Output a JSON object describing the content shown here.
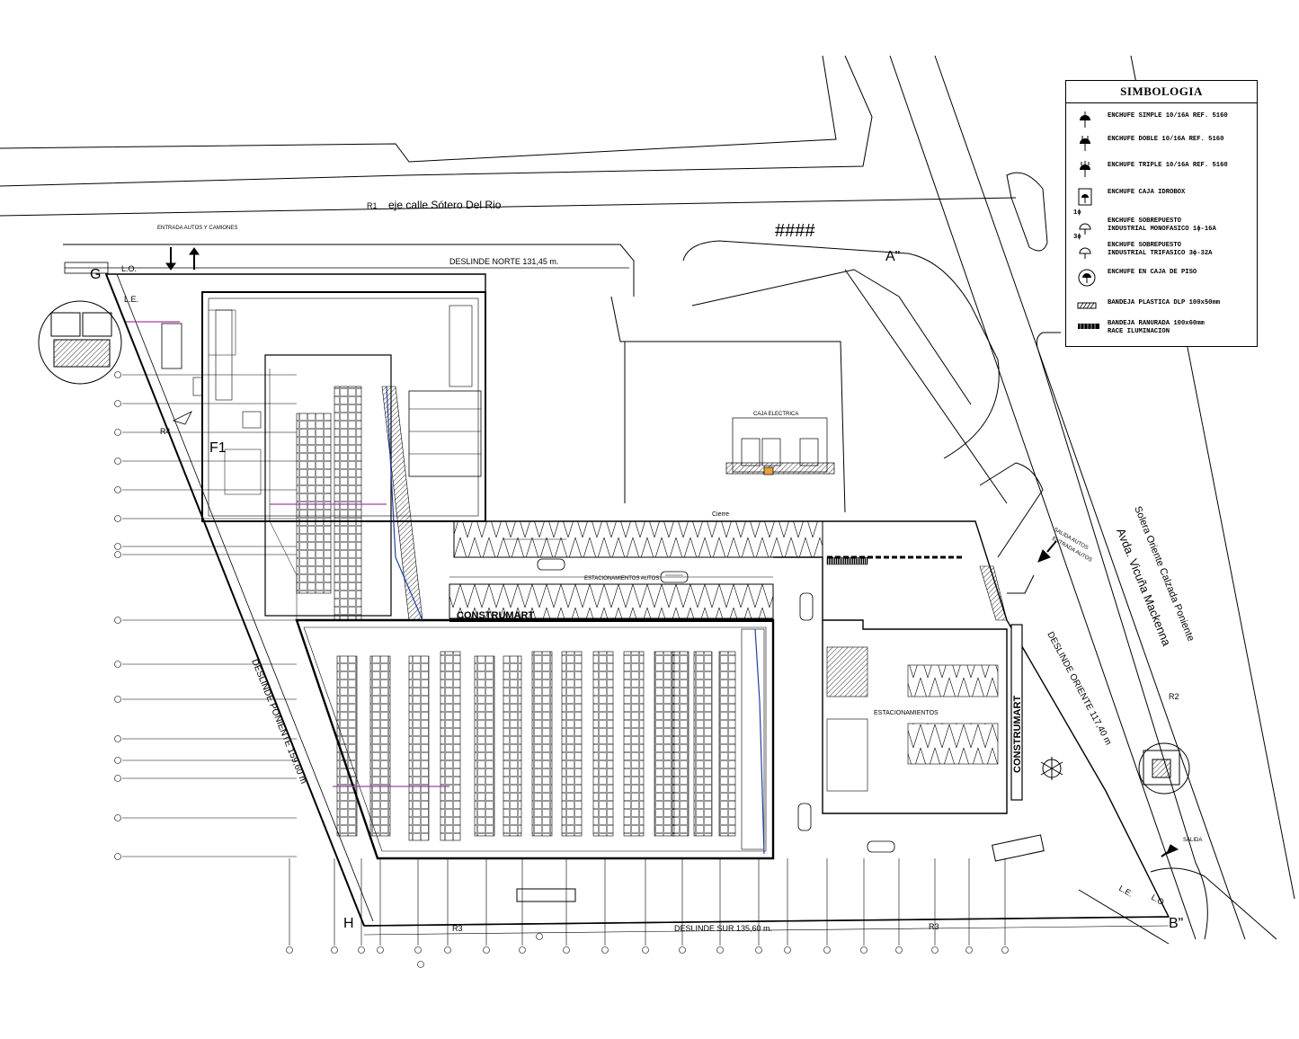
{
  "legend": {
    "title": "SIMBOLOGIA",
    "items": [
      {
        "icon": "single-outlet-icon",
        "lines": [
          "ENCHUFE SIMPLE 10/16A REF. 5160"
        ]
      },
      {
        "icon": "double-outlet-icon",
        "lines": [
          "ENCHUFE DOBLE 10/16A REF. 5160"
        ]
      },
      {
        "icon": "triple-outlet-icon",
        "lines": [
          "ENCHUFE TRIPLE 10/16A REF. 5160"
        ]
      },
      {
        "icon": "idrobox-outlet-icon",
        "lines": [
          "ENCHUFE CAJA IDROBOX"
        ]
      },
      {
        "icon": "industrial-mono-outlet-icon",
        "tag": "1ϕ",
        "lines": [
          "ENCHUFE SOBREPUESTO",
          "INDUSTRIAL MONOFASICO 1ϕ-16A"
        ]
      },
      {
        "icon": "industrial-tri-outlet-icon",
        "tag": "3ϕ",
        "lines": [
          "ENCHUFE SOBREPUESTO",
          "INDUSTRIAL TRIFASICO 3ϕ-32A"
        ]
      },
      {
        "icon": "floor-box-outlet-icon",
        "lines": [
          "ENCHUFE EN CAJA DE PISO"
        ]
      },
      {
        "icon": "plastic-tray-icon",
        "lines": [
          "BANDEJA PLASTICA DLP 100x50mm"
        ]
      },
      {
        "icon": "slotted-tray-icon",
        "lines": [
          "BANDEJA RANURADA 100x60mm",
          "RACE ILUMINACION"
        ]
      }
    ]
  },
  "street_labels": {
    "north_street": "eje calle Sótero Del Rio",
    "north_boundary": "DESLINDE NORTE  131,45 m.",
    "south_boundary": "DESLINDE SUR  135,60 m.",
    "east_boundary": "DESLINDE ORIENTE 117,40 m",
    "west_boundary": "DESLINDE PONIENTE 159,60 m",
    "east_avenue": "Avda. Vicuña Mackenna",
    "east_curb": "Solera Oriente Calzada Poniente",
    "hash_marks": "####"
  },
  "markers": {
    "r1": "R1",
    "r2": "R2",
    "r3_left": "R3",
    "r3_right": "R3",
    "r4": "R4",
    "a": "A\"",
    "b": "B\"",
    "g": "G",
    "h": "H",
    "f1": "F1",
    "lo_top": "L.O.",
    "le_top": "L.E.",
    "lo_bottom": "L.O.",
    "le_bottom": "L.E."
  },
  "plan_labels": {
    "entrance": "ENTRADA AUTOS Y CAMIONES",
    "exit_east": "SALIDA AUTOS",
    "entrance_east": "ENTRADA AUTOS",
    "exit_se": "SALIDA",
    "caja_electrica": "CAJA ELECTRICA",
    "parking": "ESTACIONAMIENTOS AUTOS",
    "estacionamientos": "ESTACIONAMIENTOS",
    "cierre": "Cierre",
    "brand": "CONSTRUMART"
  }
}
